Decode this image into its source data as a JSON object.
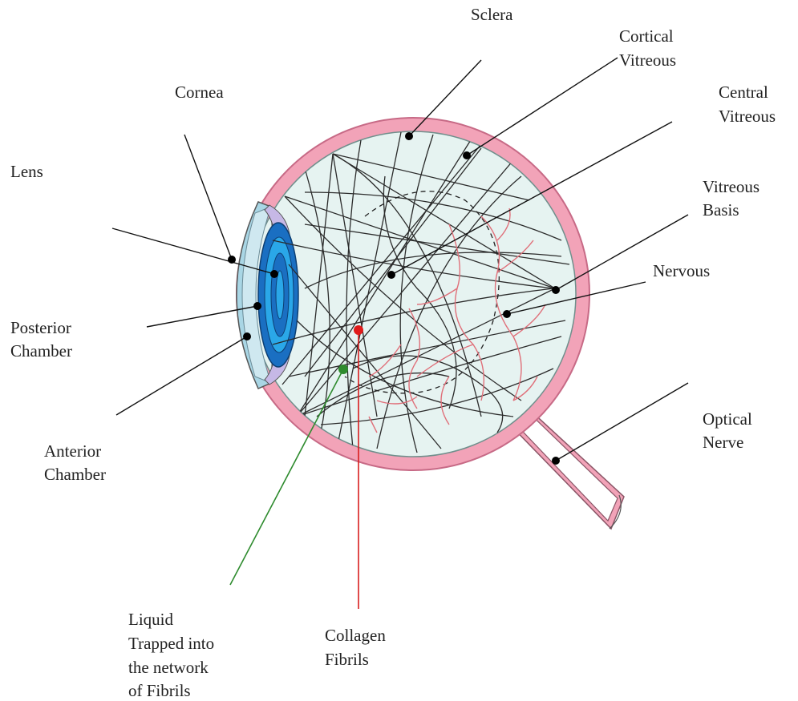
{
  "labels": {
    "sclera": [
      "Sclera"
    ],
    "cortical_vitreous": [
      "Cortical",
      "Vitreous"
    ],
    "central_vitreous": [
      "Central",
      "Vitreous"
    ],
    "cornea": [
      "Cornea"
    ],
    "lens": [
      "Lens"
    ],
    "vitreous_basis": [
      "Vitreous",
      "Basis"
    ],
    "nervous": [
      "Nervous"
    ],
    "posterior_chamber": [
      "Posterior",
      "Chamber"
    ],
    "anterior_chamber": [
      "Anterior",
      "Chamber"
    ],
    "optical_nerve": [
      "Optical",
      "Nerve"
    ],
    "liquid": [
      "Liquid",
      "Trapped into",
      "the network",
      "of Fibrils"
    ],
    "collagen": [
      "Collagen",
      "Fibrils"
    ]
  },
  "colors": {
    "sclera": "#f2a3b8",
    "sclera_stroke": "#c76a86",
    "vitreous": "#e6f3f1",
    "cornea": "#a9d6e5",
    "lens_outer": "#1a6fc2",
    "lens_inner": "#2aa7e8",
    "iris": "#c6b8e6",
    "fibril": "#2b2b2b",
    "vein": "#e0707a",
    "collagen_leader": "#d81e1e",
    "liquid_leader": "#2e8b2e"
  }
}
